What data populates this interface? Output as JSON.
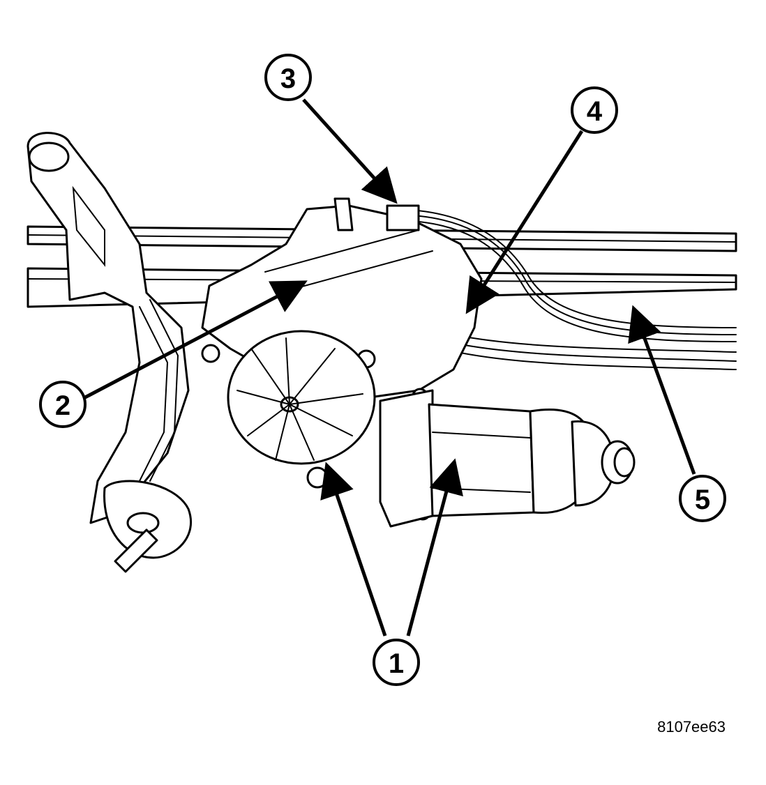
{
  "callouts": {
    "c1": "1",
    "c2": "2",
    "c3": "3",
    "c4": "4",
    "c5": "5"
  },
  "figure_code": "8107ee63"
}
